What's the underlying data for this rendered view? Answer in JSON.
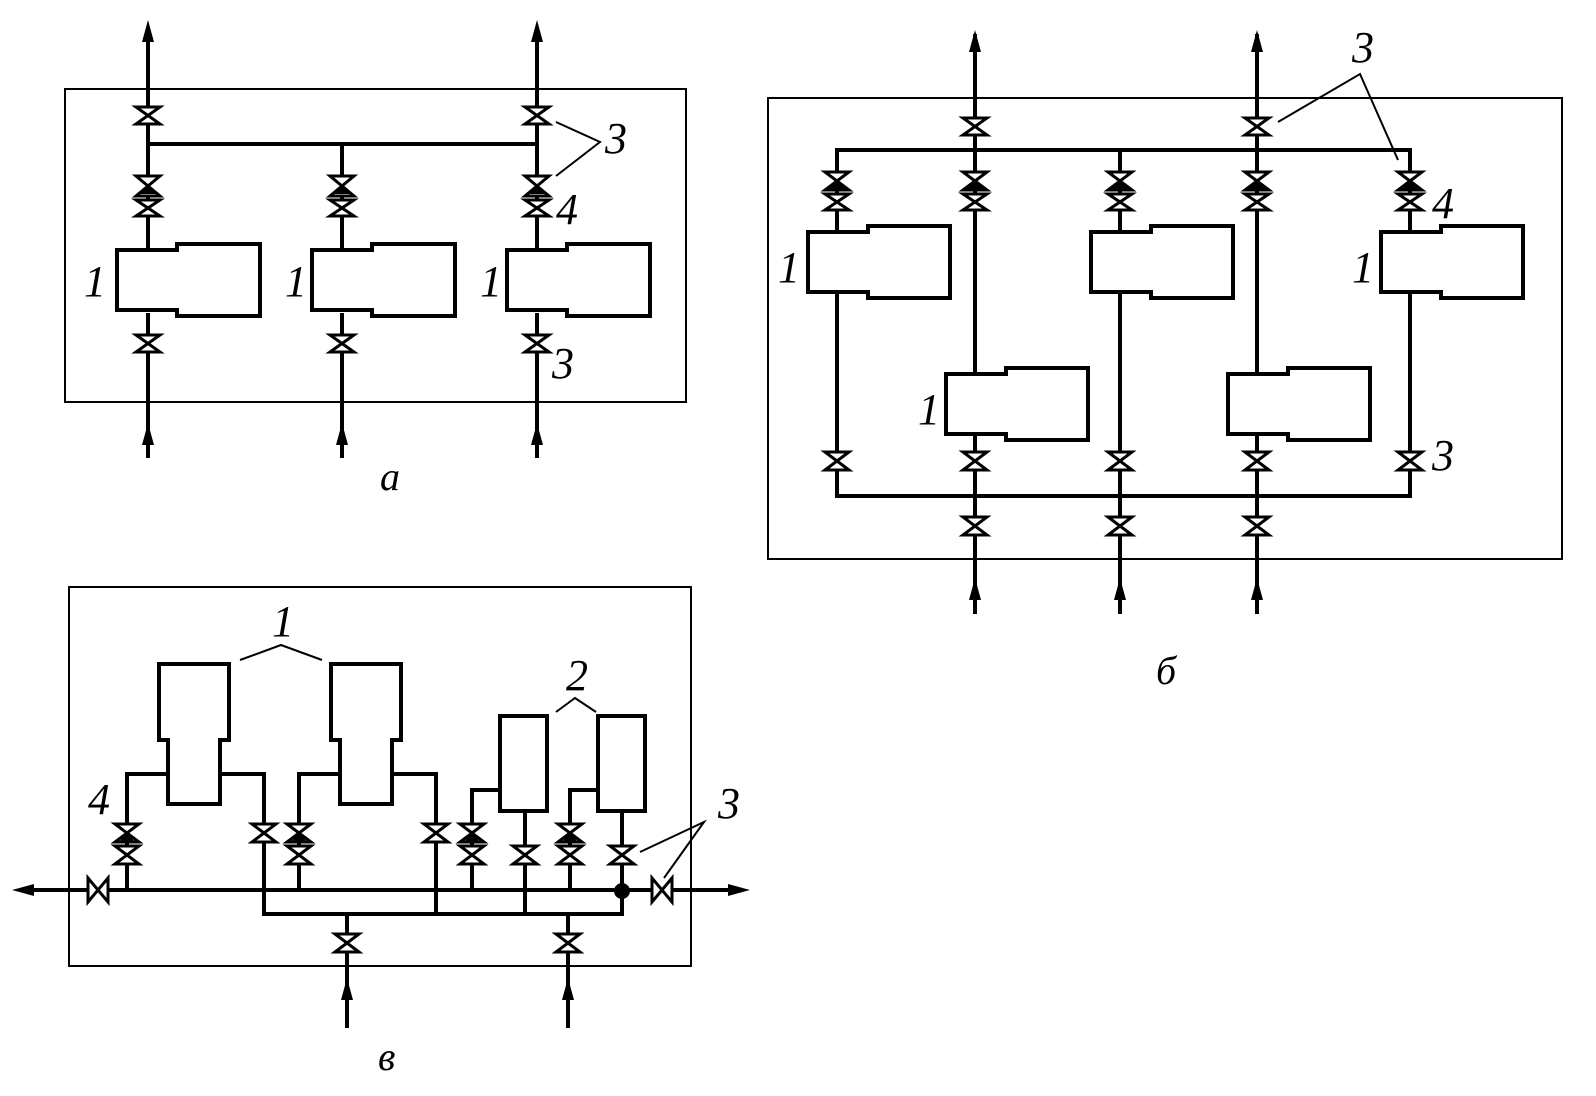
{
  "captions": {
    "a": "а",
    "b": "б",
    "c": "в"
  },
  "labels": {
    "one": "1",
    "two": "2",
    "three": "3",
    "four": "4"
  }
}
